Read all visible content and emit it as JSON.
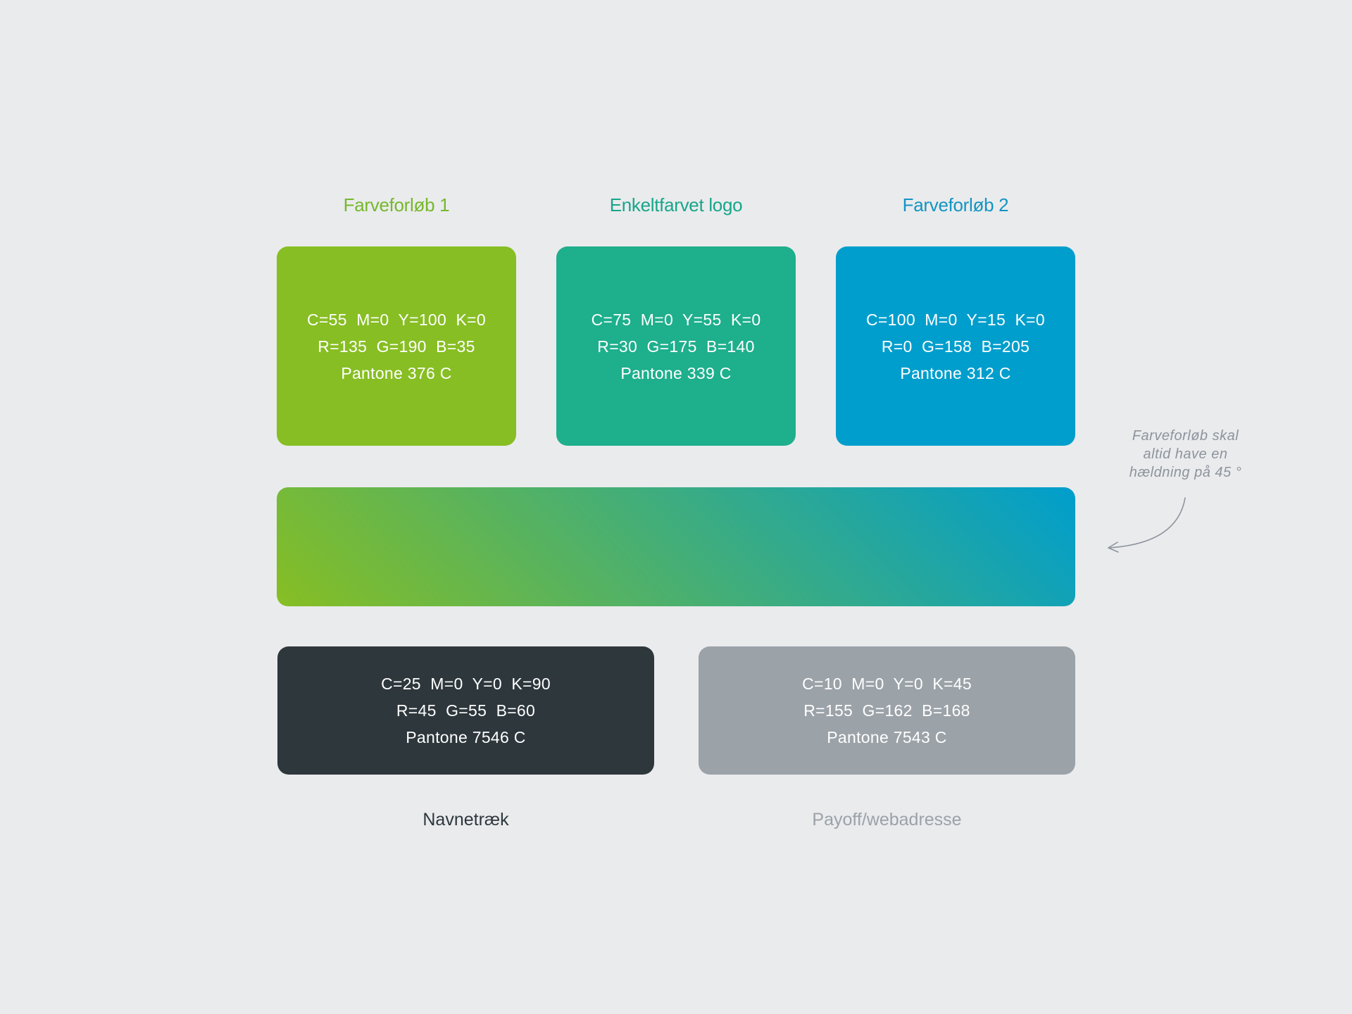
{
  "page": {
    "background": "#eaebed"
  },
  "top_columns": [
    {
      "heading": "Farveforløb 1",
      "heading_color": "#76b82a",
      "swatch": {
        "bg": "#87be23",
        "cmyk": "C=55  M=0  Y=100  K=0",
        "rgb": "R=135  G=190  B=35",
        "pantone": "Pantone 376 C"
      }
    },
    {
      "heading": "Enkeltfarvet logo",
      "heading_color": "#17a68a",
      "swatch": {
        "bg": "#1eaf8c",
        "cmyk": "C=75  M=0  Y=55  K=0",
        "rgb": "R=30  G=175  B=140",
        "pantone": "Pantone 339 C"
      }
    },
    {
      "heading": "Farveforløb 2",
      "heading_color": "#1295c2",
      "swatch": {
        "bg": "#009ecd",
        "cmyk": "C=100  M=0  Y=15  K=0",
        "rgb": "R=0  G=158  B=205",
        "pantone": "Pantone 312 C"
      }
    }
  ],
  "gradient_bar": {
    "angle_deg": 45,
    "from_color": "#87be23",
    "to_color": "#009ecd"
  },
  "annotation": {
    "color": "#8d949c",
    "line1": "Farveforløb skal",
    "line2": "altid have en",
    "line3": "hældning på 45 °"
  },
  "bottom_columns": [
    {
      "swatch": {
        "bg": "#2d373c",
        "cmyk": "C=25  M=0  Y=0  K=90",
        "rgb": "R=45  G=55  B=60",
        "pantone": "Pantone 7546 C"
      },
      "label": "Navnetræk",
      "label_color": "#2d373c"
    },
    {
      "swatch": {
        "bg": "#9ba2a8",
        "cmyk": "C=10  M=0  Y=0  K=45",
        "rgb": "R=155  G=162  B=168",
        "pantone": "Pantone 7543 C"
      },
      "label": "Payoff/webadresse",
      "label_color": "#9ba2a8"
    }
  ]
}
